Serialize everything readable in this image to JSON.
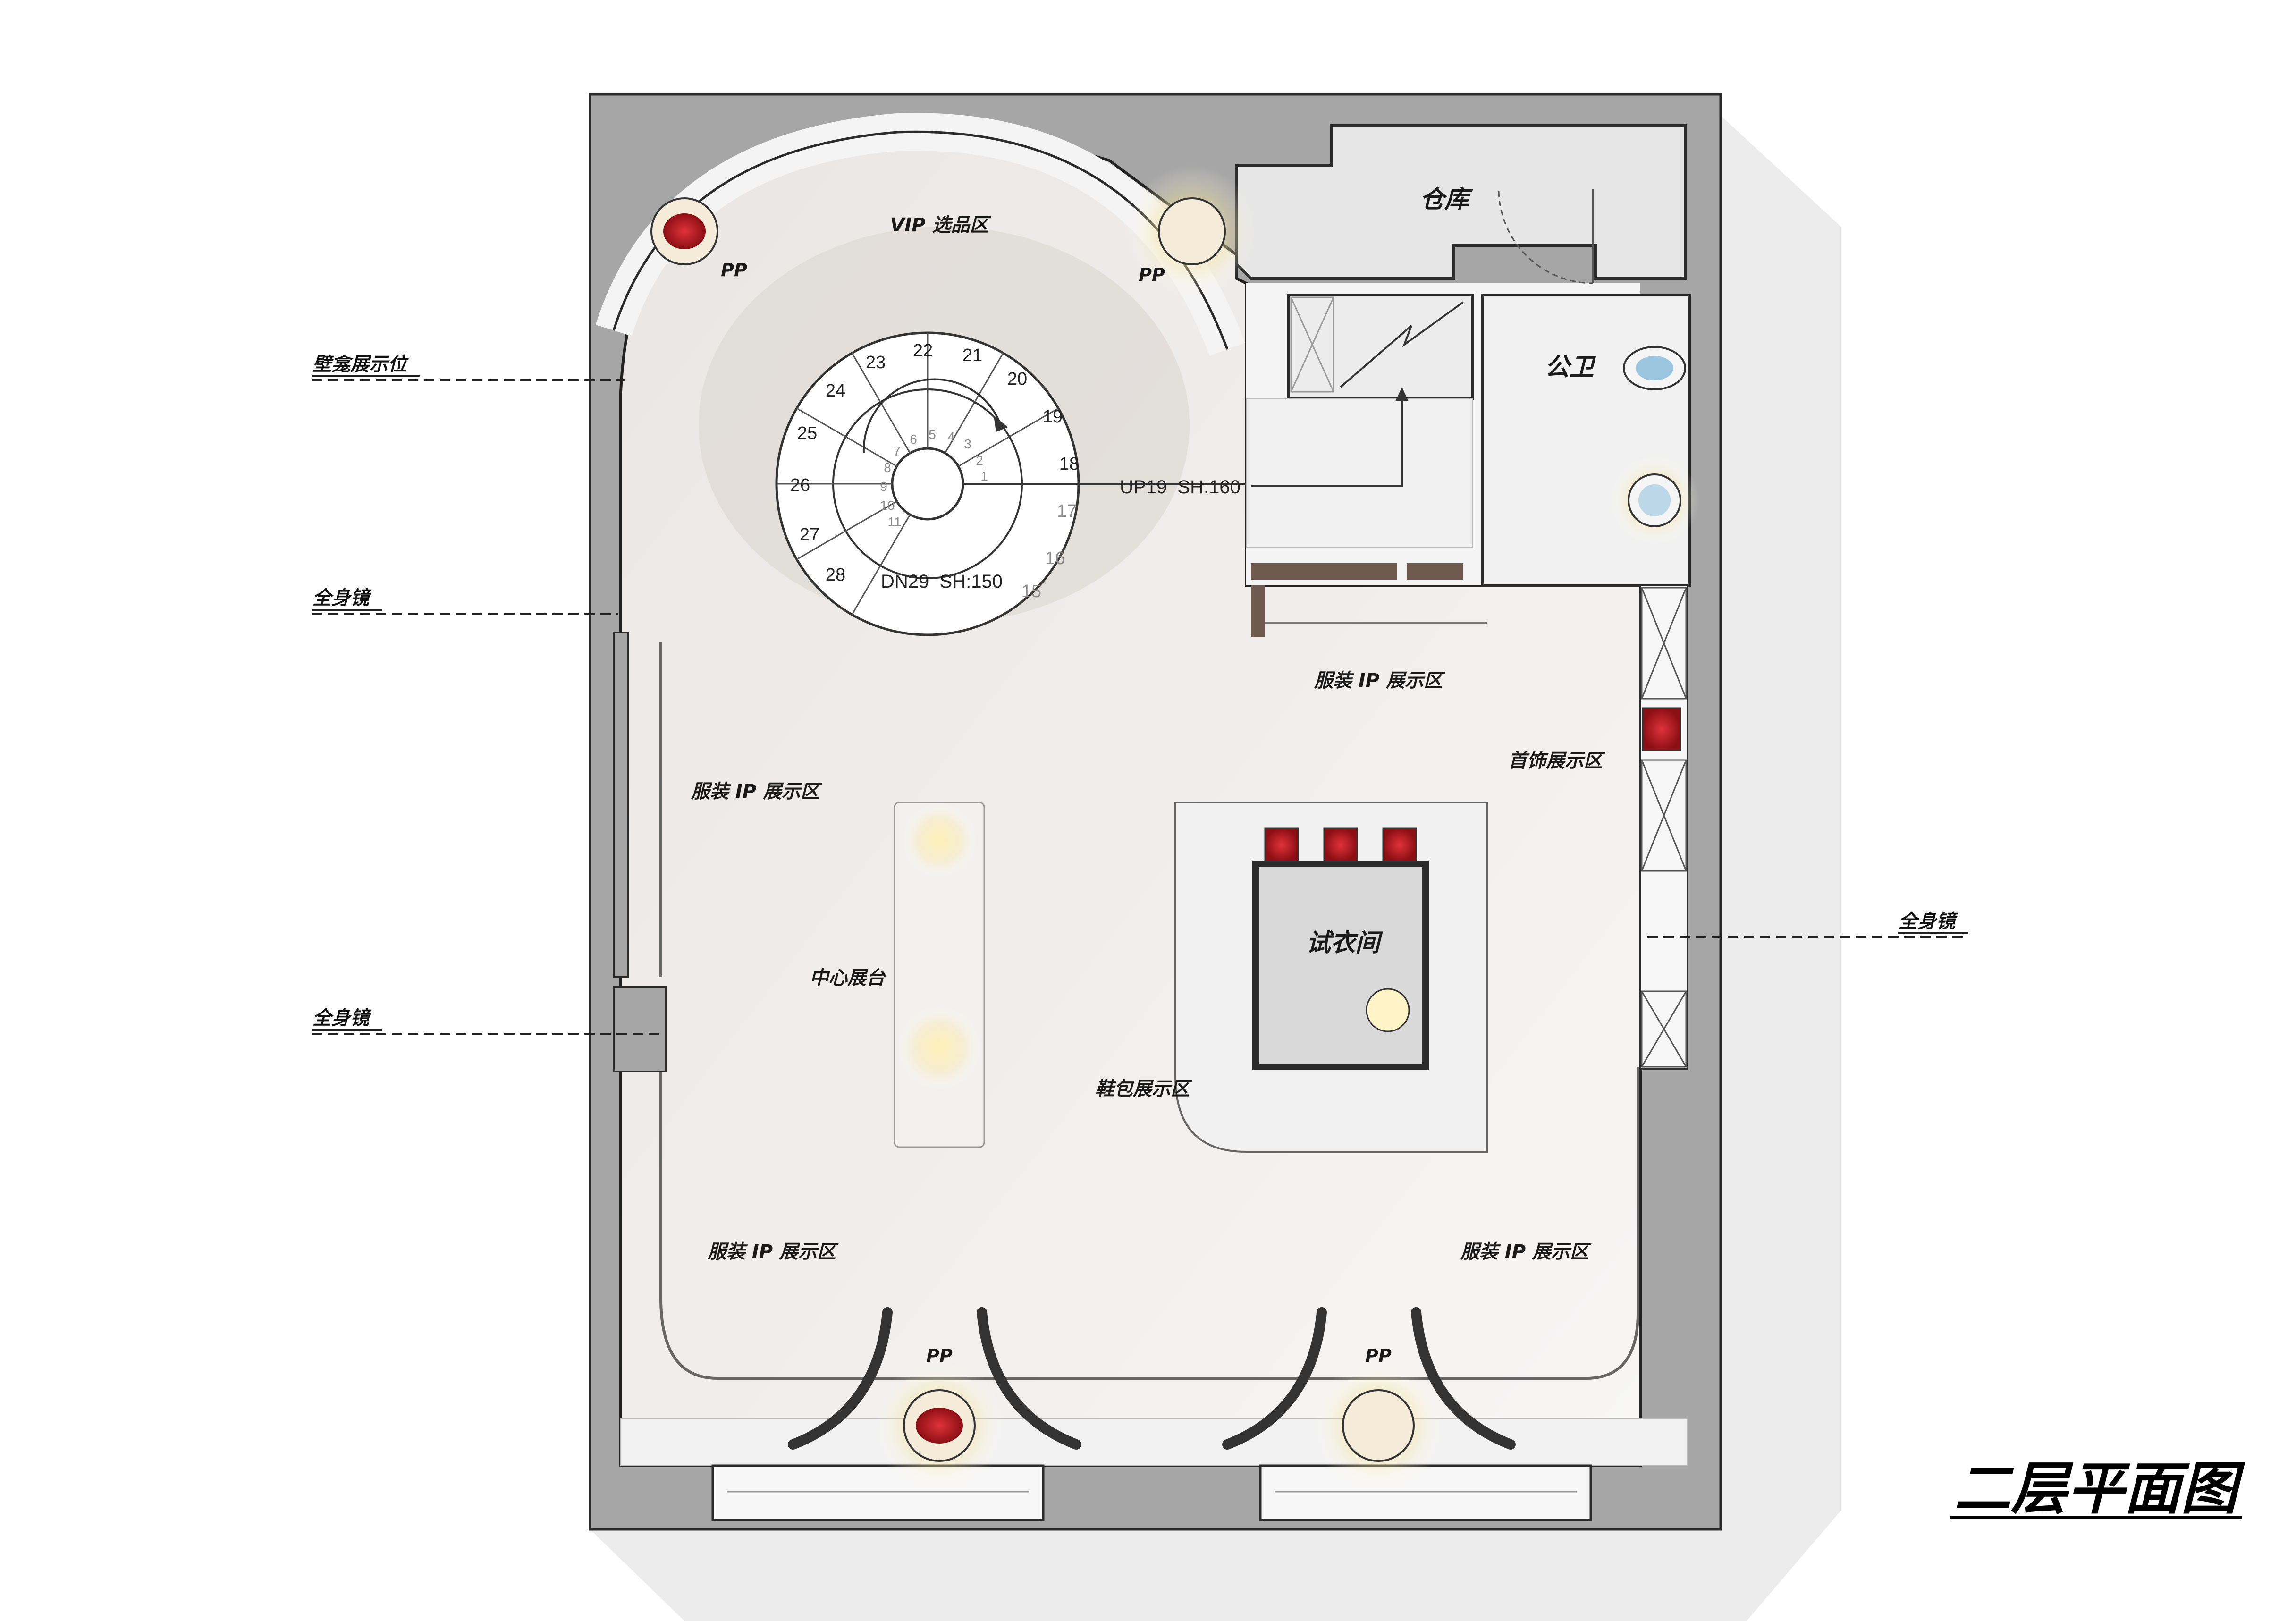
{
  "title": "二层平面图",
  "rooms": {
    "warehouse": "仓库",
    "toilet": "公卫",
    "fitting_room": "试衣间"
  },
  "zones": {
    "vip": "VIP 选品区",
    "clothing_ip_top": "服装 IP 展示区",
    "clothing_ip_left": "服装 IP 展示区",
    "clothing_ip_bottom_left": "服装 IP 展示区",
    "clothing_ip_bottom_right": "服装 IP 展示区",
    "jewelry": "首饰展示区",
    "center_table": "中心展台",
    "shoes_bags": "鞋包展示区"
  },
  "pp": {
    "top_left": "PP",
    "top_right": "PP",
    "bottom_left": "PP",
    "bottom_right": "PP"
  },
  "stairs": {
    "up_label": "UP19  SH:160",
    "down_label": "DN29  SH:150",
    "outer_steps": [
      "15",
      "16",
      "17",
      "18",
      "19",
      "20",
      "21",
      "22",
      "23",
      "24",
      "25",
      "26",
      "27",
      "28"
    ],
    "inner_steps": [
      "1",
      "2",
      "3",
      "4",
      "5",
      "6",
      "7",
      "8",
      "9",
      "10",
      "11"
    ]
  },
  "callouts": {
    "niche": "壁龛展示位",
    "mirror_left_1": "全身镜",
    "mirror_left_2": "全身镜",
    "mirror_right": "全身镜"
  },
  "colors": {
    "wall": "#a6a6a7",
    "floor": "#f0efee",
    "accent_red": "#b5191f",
    "wood": "#6f5a4f"
  }
}
